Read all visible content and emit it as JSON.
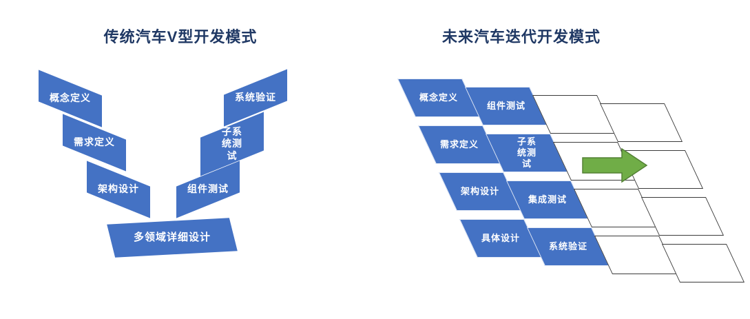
{
  "left_diagram": {
    "title": "传统汽车V型开发模式",
    "left_arm": [
      {
        "label": "概念定义"
      },
      {
        "label": "需求定义"
      },
      {
        "label": "架构设计"
      }
    ],
    "bottom": {
      "label": "多领域详细设计"
    },
    "right_arm": [
      {
        "label": "组件测试"
      },
      {
        "label": "子系统测试"
      },
      {
        "label": "系统验证"
      }
    ]
  },
  "right_diagram": {
    "title": "未来汽车迭代开发模式",
    "columns": [
      {
        "name": "design-stages",
        "cells": [
          "概念定义",
          "需求定义",
          "架构设计",
          "具体设计"
        ]
      },
      {
        "name": "test-stages",
        "cells": [
          "组件测试",
          "子系统测试",
          "集成测试",
          "系统验证"
        ]
      },
      {
        "name": "iteration-placeholder-1",
        "cells": [
          "",
          "",
          "",
          ""
        ]
      },
      {
        "name": "iteration-placeholder-2",
        "cells": [
          "",
          "",
          "",
          ""
        ]
      }
    ],
    "arrow_icon": "right-arrow"
  },
  "colors": {
    "block_blue": "#4472C4",
    "block_text": "#FFFFFF",
    "arrow_green": "#70AD47",
    "arrow_border": "#538135",
    "cell_border": "#3A3A3A",
    "title_color": "#1F3864"
  }
}
